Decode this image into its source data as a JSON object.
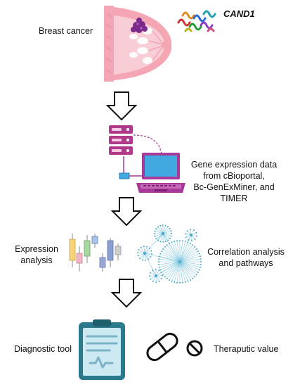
{
  "steps": {
    "breast_cancer": "Breast cancer",
    "protein_name": "CAND1",
    "gene_expression_lines": [
      "Gene expression data",
      "from cBioportal,",
      "Bc-GenExMiner, and",
      "TIMER"
    ],
    "expression_lines": [
      "Expression",
      "analysis"
    ],
    "correlation_lines": [
      "Correlation analysis",
      "and pathways"
    ],
    "diagnostic": "Diagnostic tool",
    "therapeutic": "Theraputic value"
  },
  "colors": {
    "breast_pink": "#f4a6b4",
    "breast_light": "#f9cdd6",
    "tumor_purple": "#7a2a8a",
    "server_magenta": "#b03a8a",
    "laptop_magenta": "#a8389a",
    "laptop_screen": "#3fa9e0",
    "network_blue": "#4aa8c8",
    "clipboard_teal": "#2b7a8c",
    "clipboard_paper": "#cde9f1",
    "arrow_stroke": "#111111"
  },
  "icons": [
    "breast-icon",
    "protein-structure-icon",
    "server-icon",
    "laptop-icon",
    "boxplot-icon",
    "network-graph-icon",
    "clipboard-icon",
    "pill-icon",
    "no-symbol-icon",
    "down-arrow-icon"
  ]
}
